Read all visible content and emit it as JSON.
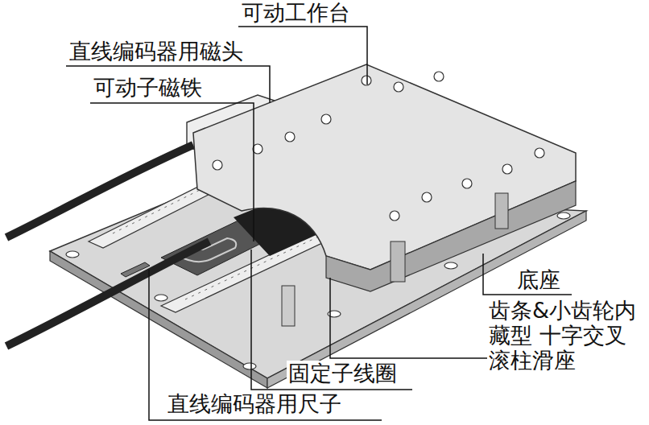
{
  "diagram": {
    "labels": [
      "可动工作台",
      "直线编码器用磁头",
      "可动子磁铁",
      "底座",
      "齿条&小齿轮内藏型 十字交叉滚柱滑座",
      "固定子线圈",
      "直线编码器用尺子"
    ]
  }
}
